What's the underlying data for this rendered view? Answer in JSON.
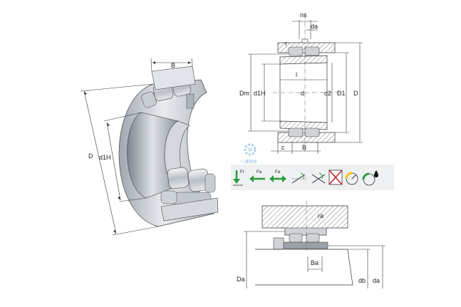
{
  "left_view": {
    "label_B": "B",
    "label_D": "D",
    "label_d1H": "d1H"
  },
  "section_view": {
    "label_ns": "ns",
    "label_da_top": "da",
    "label_r": "r",
    "label_l": "l",
    "label_Dm": "Dm",
    "label_d1H": "d1H",
    "label_d": "d",
    "label_d2": "d2",
    "label_D1": "D1",
    "label_D": "D",
    "label_c": "c",
    "label_B": "B"
  },
  "watermark": {
    "text": "八谦轴承"
  },
  "icons": [
    {
      "name": "radial-load-icon",
      "text": "Fr"
    },
    {
      "name": "axial-load-icon",
      "text": "Fa"
    },
    {
      "name": "bidirectional-axial-load-icon",
      "text": "Fa"
    },
    {
      "name": "misalignment-icon",
      "text": ""
    },
    {
      "name": "angular-misalignment-icon",
      "text": ""
    },
    {
      "name": "not-suitable-icon",
      "text": ""
    },
    {
      "name": "speed-icon",
      "text": ""
    },
    {
      "name": "lubrication-icon",
      "text": ""
    }
  ],
  "mounting_view": {
    "label_ra": "ra",
    "label_Ba": "Ba",
    "label_Da": "Da",
    "label_db": "db",
    "label_da": "da"
  }
}
